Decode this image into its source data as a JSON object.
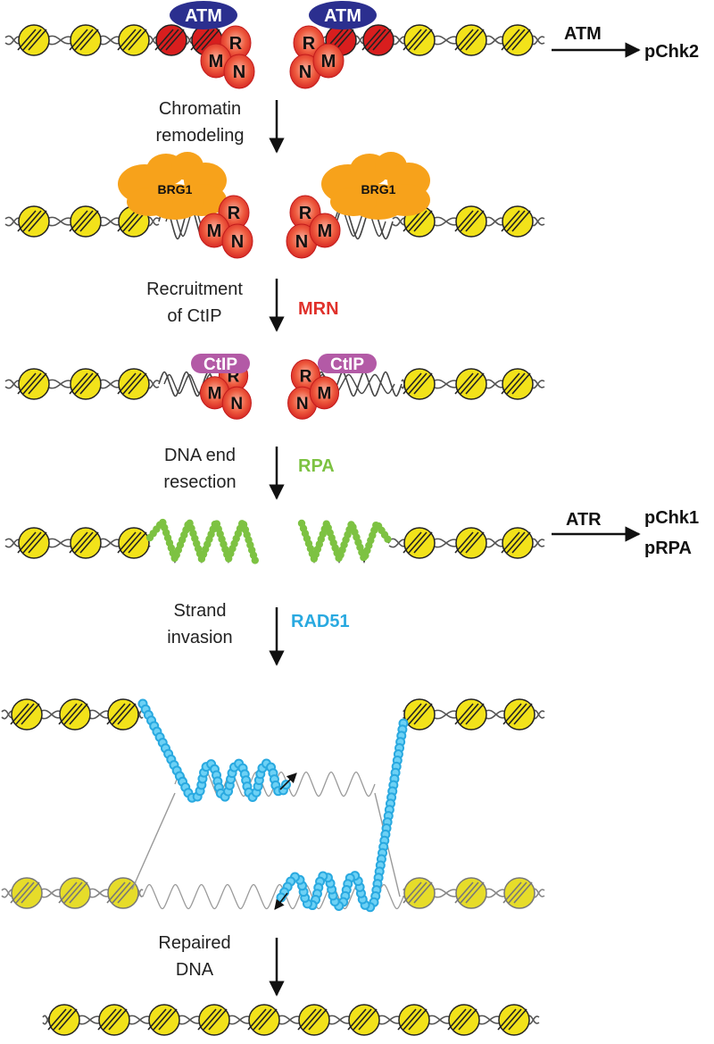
{
  "steps": {
    "chromatin_remodeling": [
      "Chromatin",
      "remodeling"
    ],
    "recruitment": [
      "Recruitment",
      "of CtIP"
    ],
    "resection": [
      "DNA end",
      "resection"
    ],
    "strand_invasion": [
      "Strand",
      "invasion"
    ],
    "repaired": [
      "Repaired",
      "DNA"
    ]
  },
  "proteins": {
    "atm": "ATM",
    "brg1": "BRG1",
    "ctip": "CtIP",
    "mrn_r": "R",
    "mrn_m": "M",
    "mrn_n": "N",
    "mrn": "MRN",
    "rpa": "RPA",
    "rad51": "RAD51"
  },
  "signaling": {
    "atm_kinase": "ATM",
    "pchk2": "pChk2",
    "atr_kinase": "ATR",
    "pchk1": "pChk1",
    "prpa": "pRPA"
  },
  "colors": {
    "nucleosome": "#f2e21a",
    "nucleosome_dim": "#e6dc2a",
    "damaged_nucleosome": "#d81e1e",
    "atm": "#2b2f8f",
    "mrn": "#e8402a",
    "brg1": "#f7a21b",
    "ctip": "#b35aa6",
    "mrn_label": "#e0312b",
    "rpa": "#7dc242",
    "rad51": "#29a9e0"
  }
}
